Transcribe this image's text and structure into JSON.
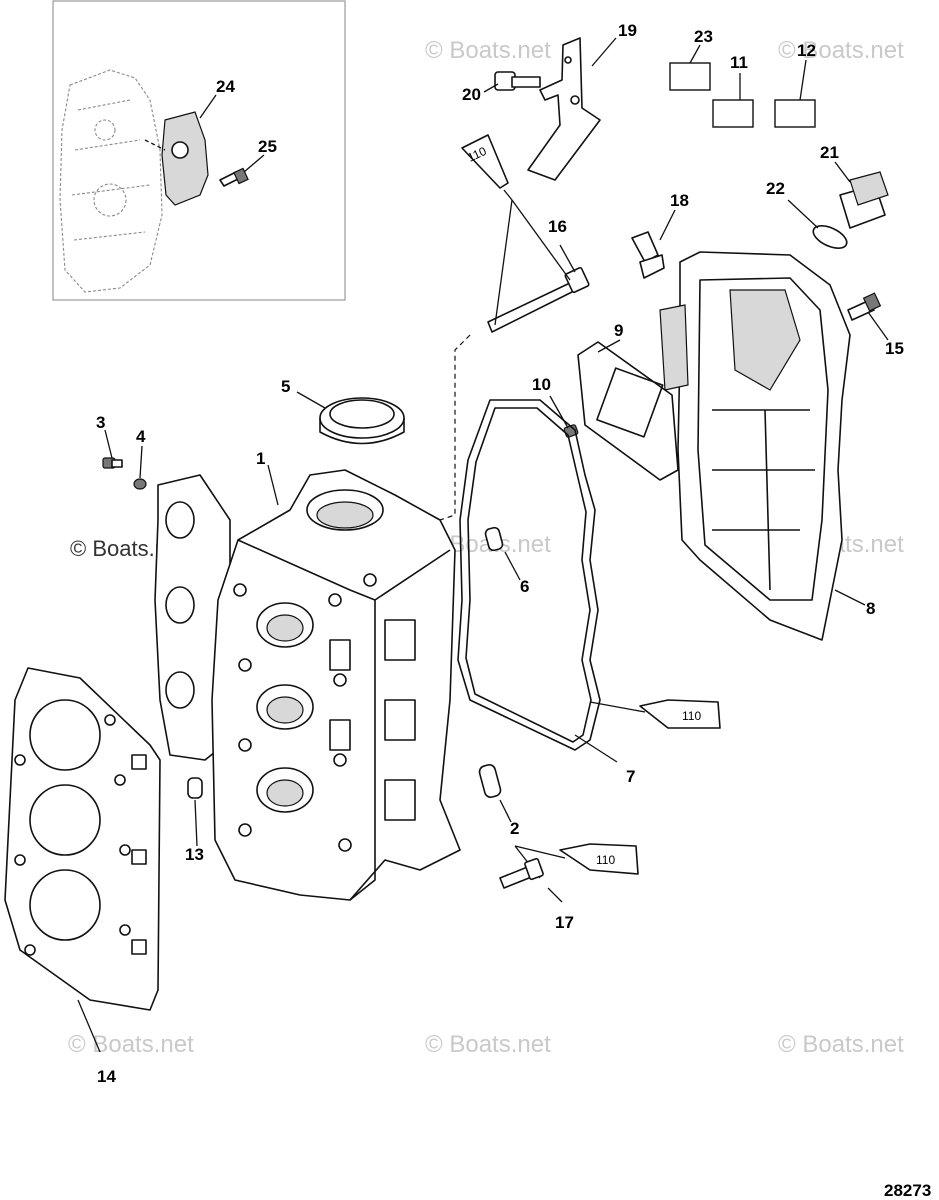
{
  "diagram": {
    "watermark_text": "© Boats.net",
    "watermark_solid_text": "© Boats.net",
    "sealant_label": "110",
    "reference_number": "28273",
    "callouts": [
      "1",
      "2",
      "3",
      "4",
      "5",
      "6",
      "7",
      "8",
      "9",
      "10",
      "11",
      "12",
      "13",
      "14",
      "15",
      "16",
      "17",
      "18",
      "19",
      "20",
      "21",
      "22",
      "23",
      "24",
      "25"
    ]
  }
}
